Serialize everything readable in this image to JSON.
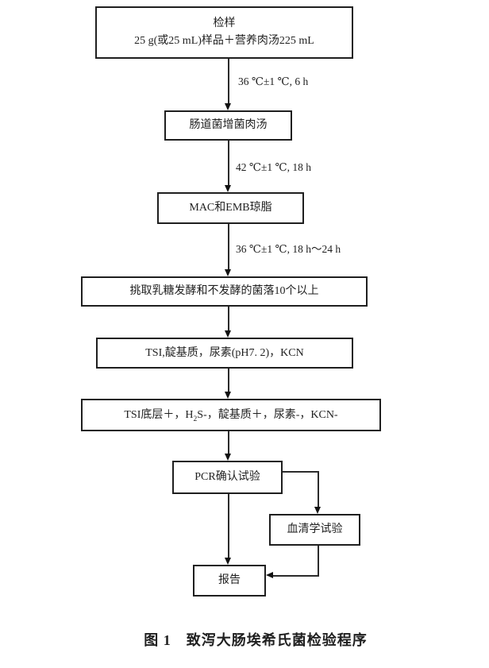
{
  "figure": {
    "caption": "图 1　致泻大肠埃希氏菌检验程序"
  },
  "flowchart": {
    "nodes": {
      "sample": {
        "title": "检样",
        "subtitle": "25 g(或25 mL)样品＋营养肉汤225 mL"
      },
      "enrichment": {
        "label": "肠道菌增菌肉汤"
      },
      "agar": {
        "label": "MAC和EMB琼脂"
      },
      "pick": {
        "label": "挑取乳糖发酵和不发酵的菌落10个以上"
      },
      "biochem": {
        "label": "TSI,靛基质，尿素(pH7. 2)，KCN"
      },
      "result": {
        "pre": "TSI底层＋，H",
        "sub": "2",
        "post": "S-，靛基质＋，尿素-，KCN-"
      },
      "pcr": {
        "label": "PCR确认试验"
      },
      "serology": {
        "label": "血清学试验"
      },
      "report": {
        "label": "报告"
      }
    },
    "edge_labels": {
      "to_enrichment": "36 ℃±1 ℃, 6 h",
      "to_agar": "42 ℃±1 ℃, 18 h",
      "to_pick": "36 ℃±1 ℃, 18 h～24 h"
    }
  }
}
